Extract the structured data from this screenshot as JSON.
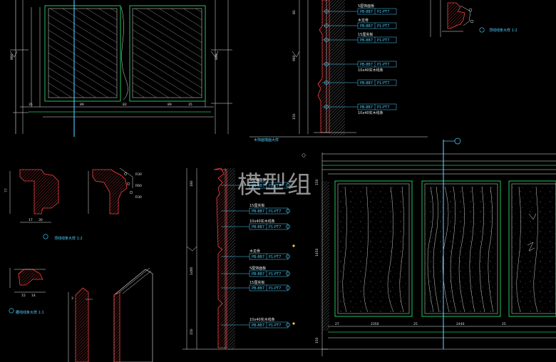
{
  "watermark": "模型组",
  "colors": {
    "background": "#000000",
    "frame": "#22c55e",
    "line": "#e8e8e8",
    "annotation": "#4fd0ff",
    "section": "#ef4444",
    "accent_yellow": "#facc15"
  },
  "top_elevation": {
    "labels": [
      "5厘饰面板",
      "木龙骨",
      "15厘夹板"
    ]
  },
  "top_callouts": [
    {
      "tag": "PB-8B7",
      "code": "P1-PT7",
      "note": "5厘饰面板",
      "sub": ""
    },
    {
      "tag": "PB-8B7",
      "code": "P1-PT7",
      "note": "木龙骨",
      "sub": ""
    },
    {
      "tag": "PB-8B7",
      "code": "P1-PT7",
      "note": "15厘夹板",
      "sub": ""
    },
    {
      "tag": "PB-8B7",
      "code": "P1-PT7",
      "note": "",
      "sub": "10x40实木线条"
    },
    {
      "tag": "PB-8B7",
      "code": "P1-PT7",
      "note": "",
      "sub": ""
    },
    {
      "tag": "PB-8B7",
      "code": "P1-PT7",
      "note": "",
      "sub": "10x40实木线条"
    }
  ],
  "top_title": "木饰面墙面大样",
  "profile_caption_top_right": "顶线线条大样 1:2",
  "profile_caption_left": "顶线线条大样 1:2",
  "profile_caption_small": "腰线线条大样 1:1",
  "mid_callouts": [
    {
      "tag": "PB-8B7",
      "code": "P1-PT7",
      "note": "5厘饰面板"
    },
    {
      "tag": "PB-8B7",
      "code": "P1-PT7",
      "note": "15厘夹板"
    },
    {
      "tag": "PB-8B7",
      "code": "P1-PT7",
      "note": "10x40实木线条"
    },
    {
      "tag": "PB-8B7",
      "code": "P1-PT7",
      "note": "木龙骨"
    },
    {
      "tag": "PB-8B7",
      "code": "P1-PT7",
      "note": "5厘饰面板"
    },
    {
      "tag": "PB-8B7",
      "code": "P1-PT7",
      "note": "15厘夹板"
    },
    {
      "tag": "PB-8B7",
      "code": "P1-PT7",
      "note": "10x40实木线条"
    }
  ]
}
